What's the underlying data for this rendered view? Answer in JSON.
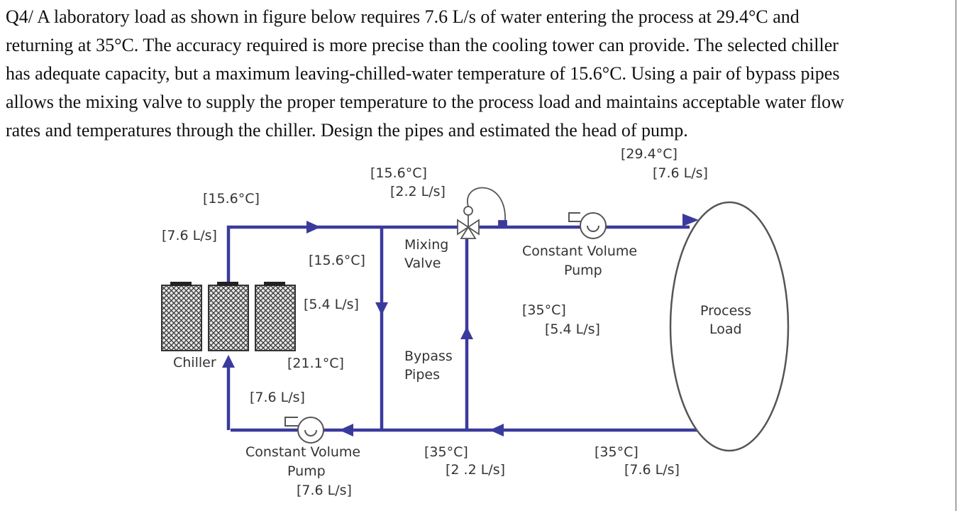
{
  "question": {
    "lines": [
      "Q4/ A laboratory load as shown in figure below requires 7.6 L/s of water entering the process at 29.4°C and",
      "returning at 35°C. The accuracy required is more precise than the cooling tower can provide. The selected chiller",
      "has adequate capacity, but a maximum leaving-chilled-water temperature of 15.6°C. Using a pair of bypass pipes",
      "allows the mixing valve to supply the proper temperature to the process load and maintains acceptable water flow",
      "rates and temperatures through the chiller. Design the pipes and estimated the head of pump."
    ]
  },
  "diagram": {
    "colors": {
      "pipe": "#3a3a9e",
      "outline": "#555555",
      "text": "#333333"
    },
    "labels": {
      "supply_top_temp": "[15.6°C]",
      "chiller_out_flow": "[7.6 L/s]",
      "tee_temp": "[15.6°C]",
      "tee_flow": "[2.2 L/s]",
      "process_in_temp": "[29.4°C]",
      "process_in_flow": "[7.6 L/s]",
      "bypass_down_temp": "[15.6°C]",
      "bypass_down_flow": "[5.4 L/s]",
      "mixing_valve": [
        "Mixing",
        "Valve"
      ],
      "pump_right": [
        "Constant Volume",
        "Pump"
      ],
      "process_load": [
        "Process",
        "Load"
      ],
      "bypass_up_temp": "[35°C]",
      "bypass_up_flow": "[5.4 L/s]",
      "bypass_pipes": [
        "Bypass",
        "Pipes"
      ],
      "chiller": "Chiller",
      "chiller_return_temp": "[21.1°C]",
      "chiller_return_flow": "[7.6 L/s]",
      "pump_left": [
        "Constant Volume",
        "Pump"
      ],
      "pump_left_flow": "[7.6 L/s]",
      "bottom_mid_temp": "[35°C]",
      "bottom_mid_flow": "[2 .2 L/s]",
      "bottom_right_temp": "[35°C]",
      "bottom_right_flow": "[7.6 L/s]"
    }
  }
}
